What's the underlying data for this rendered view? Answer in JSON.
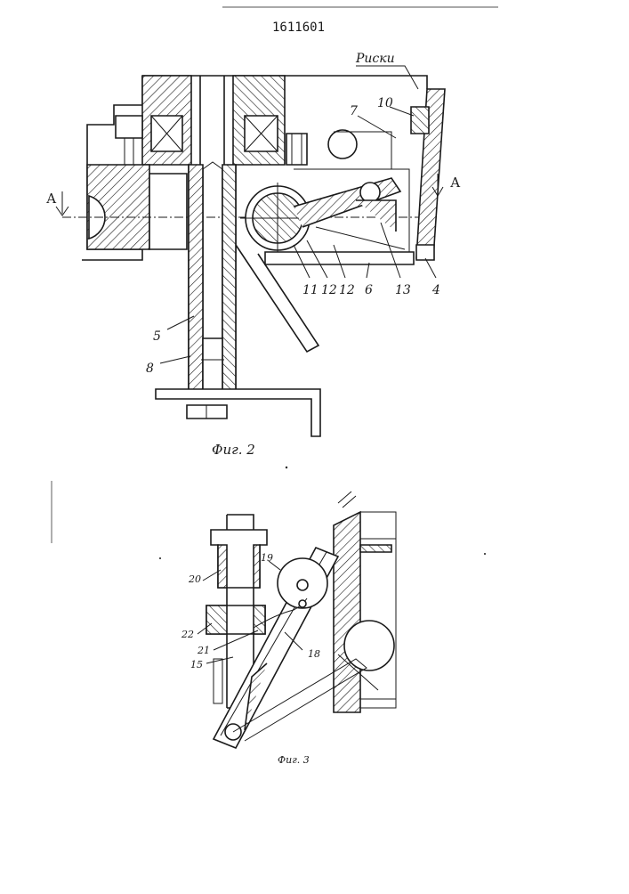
{
  "document": {
    "number": "1611601"
  },
  "figure2": {
    "caption": "Фиг. 2",
    "riski_label": "Риски",
    "section_mark": "А",
    "labels": {
      "l10": "10",
      "l7": "7",
      "l11": "11",
      "l12a": "12",
      "l12b": "12",
      "l6": "6",
      "l13": "13",
      "l4": "4",
      "l5": "5",
      "l8": "8"
    }
  },
  "figure3": {
    "caption": "Фиг. 3",
    "labels": {
      "l19": "19",
      "l20": "20",
      "l22": "22",
      "l21": "21",
      "l15": "15",
      "l18": "18"
    }
  }
}
